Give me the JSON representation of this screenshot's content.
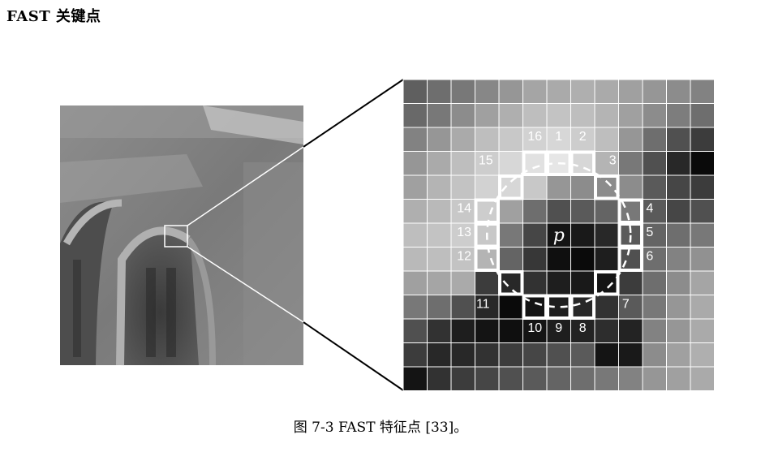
{
  "section": {
    "heading": "FAST 关键点"
  },
  "figure": {
    "grid_size": 13,
    "center_label": "p",
    "circle_labels": [
      "1",
      "2",
      "3",
      "4",
      "5",
      "6",
      "7",
      "8",
      "9",
      "10",
      "11",
      "12",
      "13",
      "14",
      "15",
      "16"
    ],
    "caption": "图 7-3   FAST 特征点 [33]。"
  }
}
